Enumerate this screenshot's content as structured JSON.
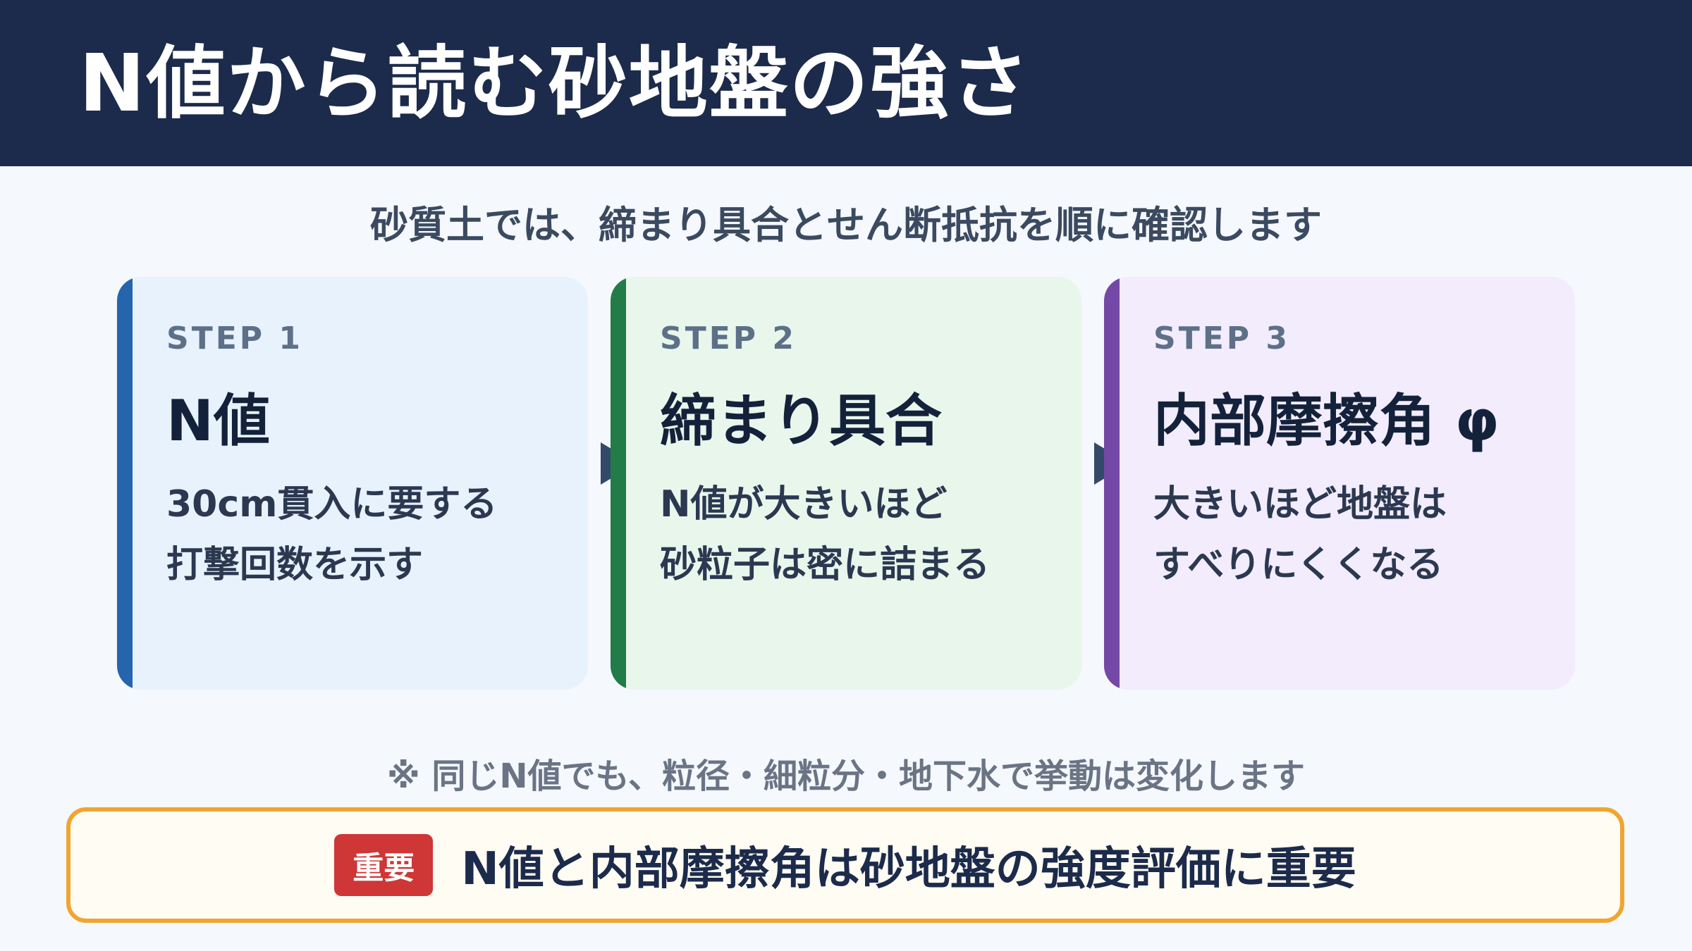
{
  "header": {
    "title": "N値から読む砂地盤の強さ"
  },
  "subtitle": "砂質土では、締まり具合とせん断抵抗を順に確認します",
  "steps": [
    {
      "label": "STEP 1",
      "heading": "N値",
      "lines": [
        "30cm貫入に要する",
        "打撃回数を示す"
      ]
    },
    {
      "label": "STEP 2",
      "heading": "締まり具合",
      "lines": [
        "N値が大きいほど",
        "砂粒子は密に詰まる"
      ]
    },
    {
      "label": "STEP 3",
      "heading": "内部摩擦角 φ",
      "lines": [
        "大きいほど地盤は",
        "すべりにくくなる"
      ]
    }
  ],
  "note": "※ 同じN値でも、粒径・細粒分・地下水で挙動は変化します",
  "callout": {
    "badge": "重要",
    "text": "N値と内部摩擦角は砂地盤の強度評価に重要"
  },
  "colors": {
    "header_bg": "#1c2b4b",
    "step1_accent": "#2565ad",
    "step2_accent": "#227c48",
    "step3_accent": "#7448a6",
    "callout_border": "#f0a530",
    "badge_bg": "#cf3636"
  }
}
